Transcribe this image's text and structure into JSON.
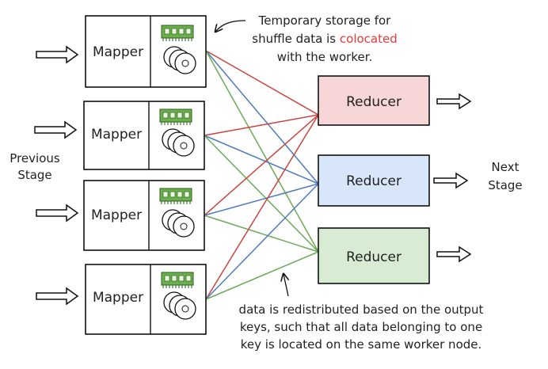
{
  "mappers": [
    {
      "label": "Mapper"
    },
    {
      "label": "Mapper"
    },
    {
      "label": "Mapper"
    },
    {
      "label": "Mapper"
    }
  ],
  "reducers": [
    {
      "label": "Reducer",
      "fill": "#f6d6d6",
      "line": "#c9453f"
    },
    {
      "label": "Reducer",
      "fill": "#d7e6f8",
      "line": "#4f7bbd"
    },
    {
      "label": "Reducer",
      "fill": "#d7ecd3",
      "line": "#6aaa56"
    }
  ],
  "side_labels": {
    "previous": [
      "Previous",
      "Stage"
    ],
    "next": [
      "Next",
      "Stage"
    ]
  },
  "annotation_top": {
    "line1": "Temporary storage for",
    "line2_prefix": "shuffle data is ",
    "line2_highlight": "colocated",
    "line3": "with the worker.",
    "highlight_color": "#e8383d"
  },
  "annotation_bottom": {
    "lines": [
      "data is redistributed based on the output",
      "keys, such that all data belonging to one",
      "key is located on the same worker node."
    ]
  },
  "colors": {
    "ink": "#111111",
    "ram_chip": "#6ab04c"
  }
}
